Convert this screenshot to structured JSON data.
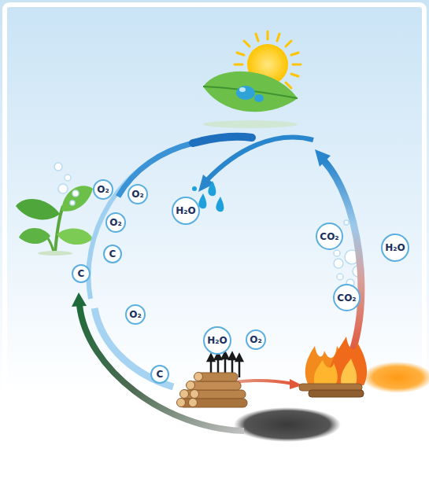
{
  "diagram": {
    "nodes": [
      {
        "text": [
          "O₂"
        ]
      },
      {
        "text": [
          "O₂"
        ]
      },
      {
        "text": [
          "O₂"
        ]
      },
      {
        "text": [
          "C"
        ]
      },
      {
        "text": [
          "C"
        ]
      },
      {
        "text": [
          "H₂O"
        ]
      },
      {
        "text": [
          "O₂"
        ]
      },
      {
        "text": [
          "H₂O"
        ]
      },
      {
        "text": [
          "O₂"
        ]
      },
      {
        "text": [
          "C"
        ]
      },
      {
        "text": [
          "CO₂"
        ]
      },
      {
        "text": [
          "H₂O"
        ]
      },
      {
        "text": [
          "CO₂"
        ]
      }
    ]
  }
}
